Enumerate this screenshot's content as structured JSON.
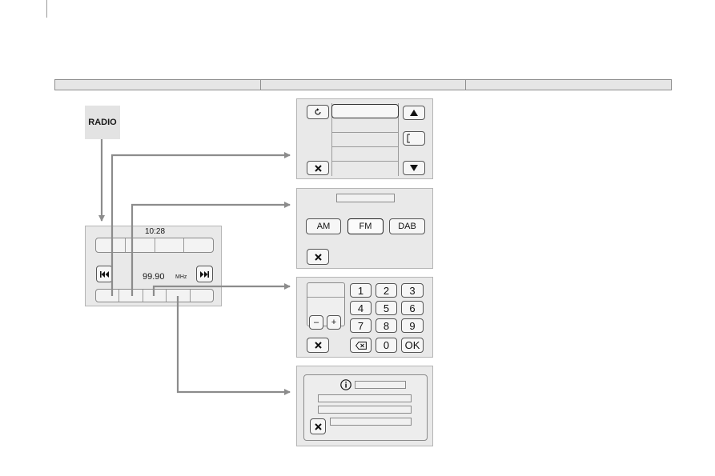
{
  "radio_key": {
    "label": "RADIO"
  },
  "main_screen": {
    "time": "10:28",
    "frequency": "99.90",
    "unit": "MHz",
    "prev_icon": "seek-back-icon",
    "next_icon": "seek-forward-icon"
  },
  "list_screen": {
    "refresh_icon": "refresh-icon",
    "up_icon": "arrow-up-icon",
    "down_icon": "arrow-down-icon",
    "sort_icon": "sort-icon",
    "close_icon": "close-icon"
  },
  "band_screen": {
    "bands": [
      "AM",
      "FM",
      "DAB"
    ],
    "selected_band": "FM",
    "close_icon": "close-icon"
  },
  "keypad_screen": {
    "minus": "–",
    "plus": "+",
    "keys": [
      "1",
      "2",
      "3",
      "4",
      "5",
      "6",
      "7",
      "8",
      "9",
      "0",
      "OK"
    ],
    "backspace_icon": "backspace-icon",
    "close_icon": "close-icon"
  },
  "info_screen": {
    "info_icon": "info-icon",
    "close_icon": "close-icon"
  },
  "arrow_color": "#8c8c8c"
}
